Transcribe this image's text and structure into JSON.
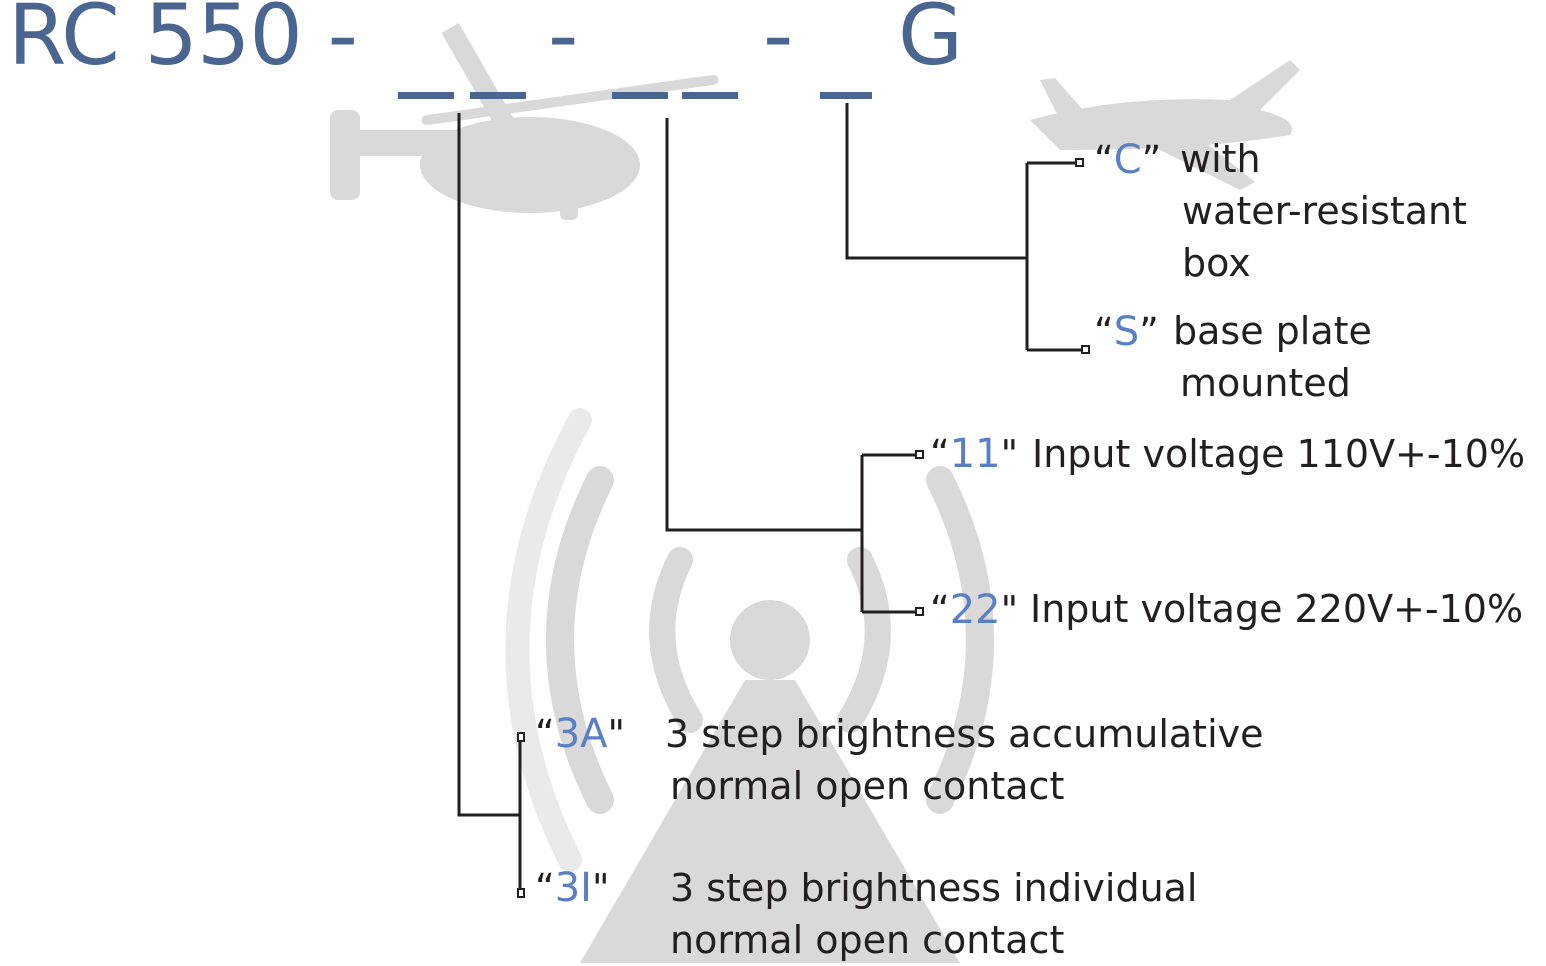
{
  "title": {
    "prefix": "RC 550 -",
    "dash1": "-",
    "dash2": "-",
    "suffix": "G"
  },
  "options": {
    "c": {
      "code": "C",
      "text_lines": [
        "with",
        "water-resistant",
        "box"
      ]
    },
    "s": {
      "code": "S",
      "text_lines": [
        "base plate",
        "mounted"
      ]
    },
    "v11": {
      "code": "11",
      "text": "Input voltage 110V+-10%"
    },
    "v22": {
      "code": "22",
      "text": "Input voltage 220V+-10%"
    },
    "b3a": {
      "code": "3A",
      "text_lines": [
        "3 step brightness accumulative",
        "normal open contact"
      ]
    },
    "b3i": {
      "code": "3I",
      "text_lines": [
        "3 step brightness individual",
        "normal open contact"
      ]
    }
  },
  "colors": {
    "title": "#4a6590",
    "code_accent": "#5a7fc4",
    "text": "#231f20",
    "watermark": "#c9c9c9"
  }
}
